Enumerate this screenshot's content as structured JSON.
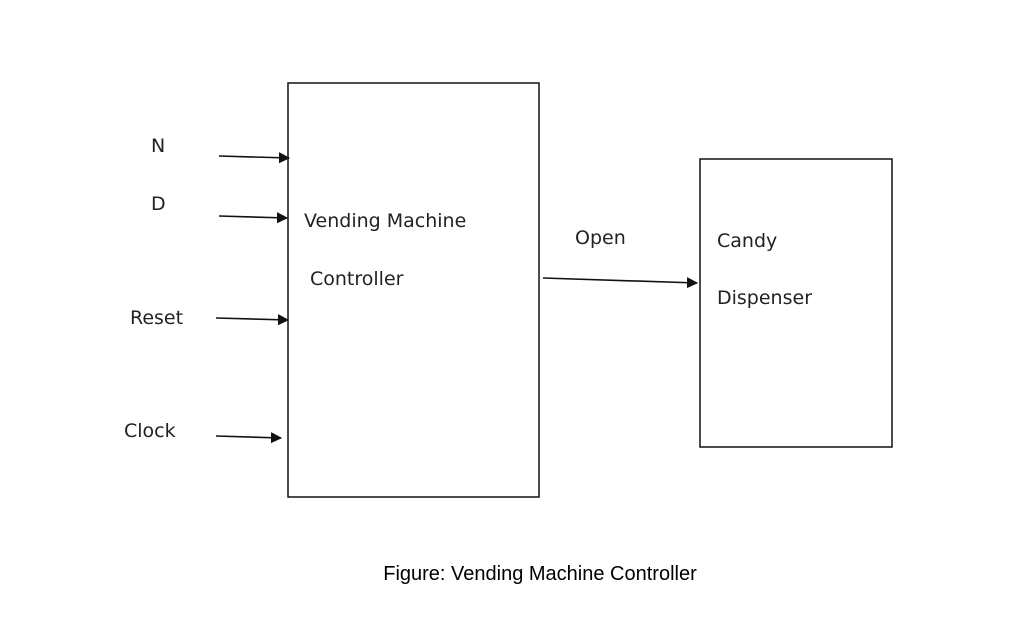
{
  "inputs": [
    {
      "id": "n",
      "label": "N"
    },
    {
      "id": "d",
      "label": "D"
    },
    {
      "id": "reset",
      "label": "Reset"
    },
    {
      "id": "clock",
      "label": "Clock"
    }
  ],
  "controller": {
    "line1": "Vending Machine",
    "line2": "Controller"
  },
  "output_signal": "Open",
  "dispenser": {
    "line1": "Candy",
    "line2": "Dispenser"
  },
  "caption": "Figure: Vending Machine Controller"
}
